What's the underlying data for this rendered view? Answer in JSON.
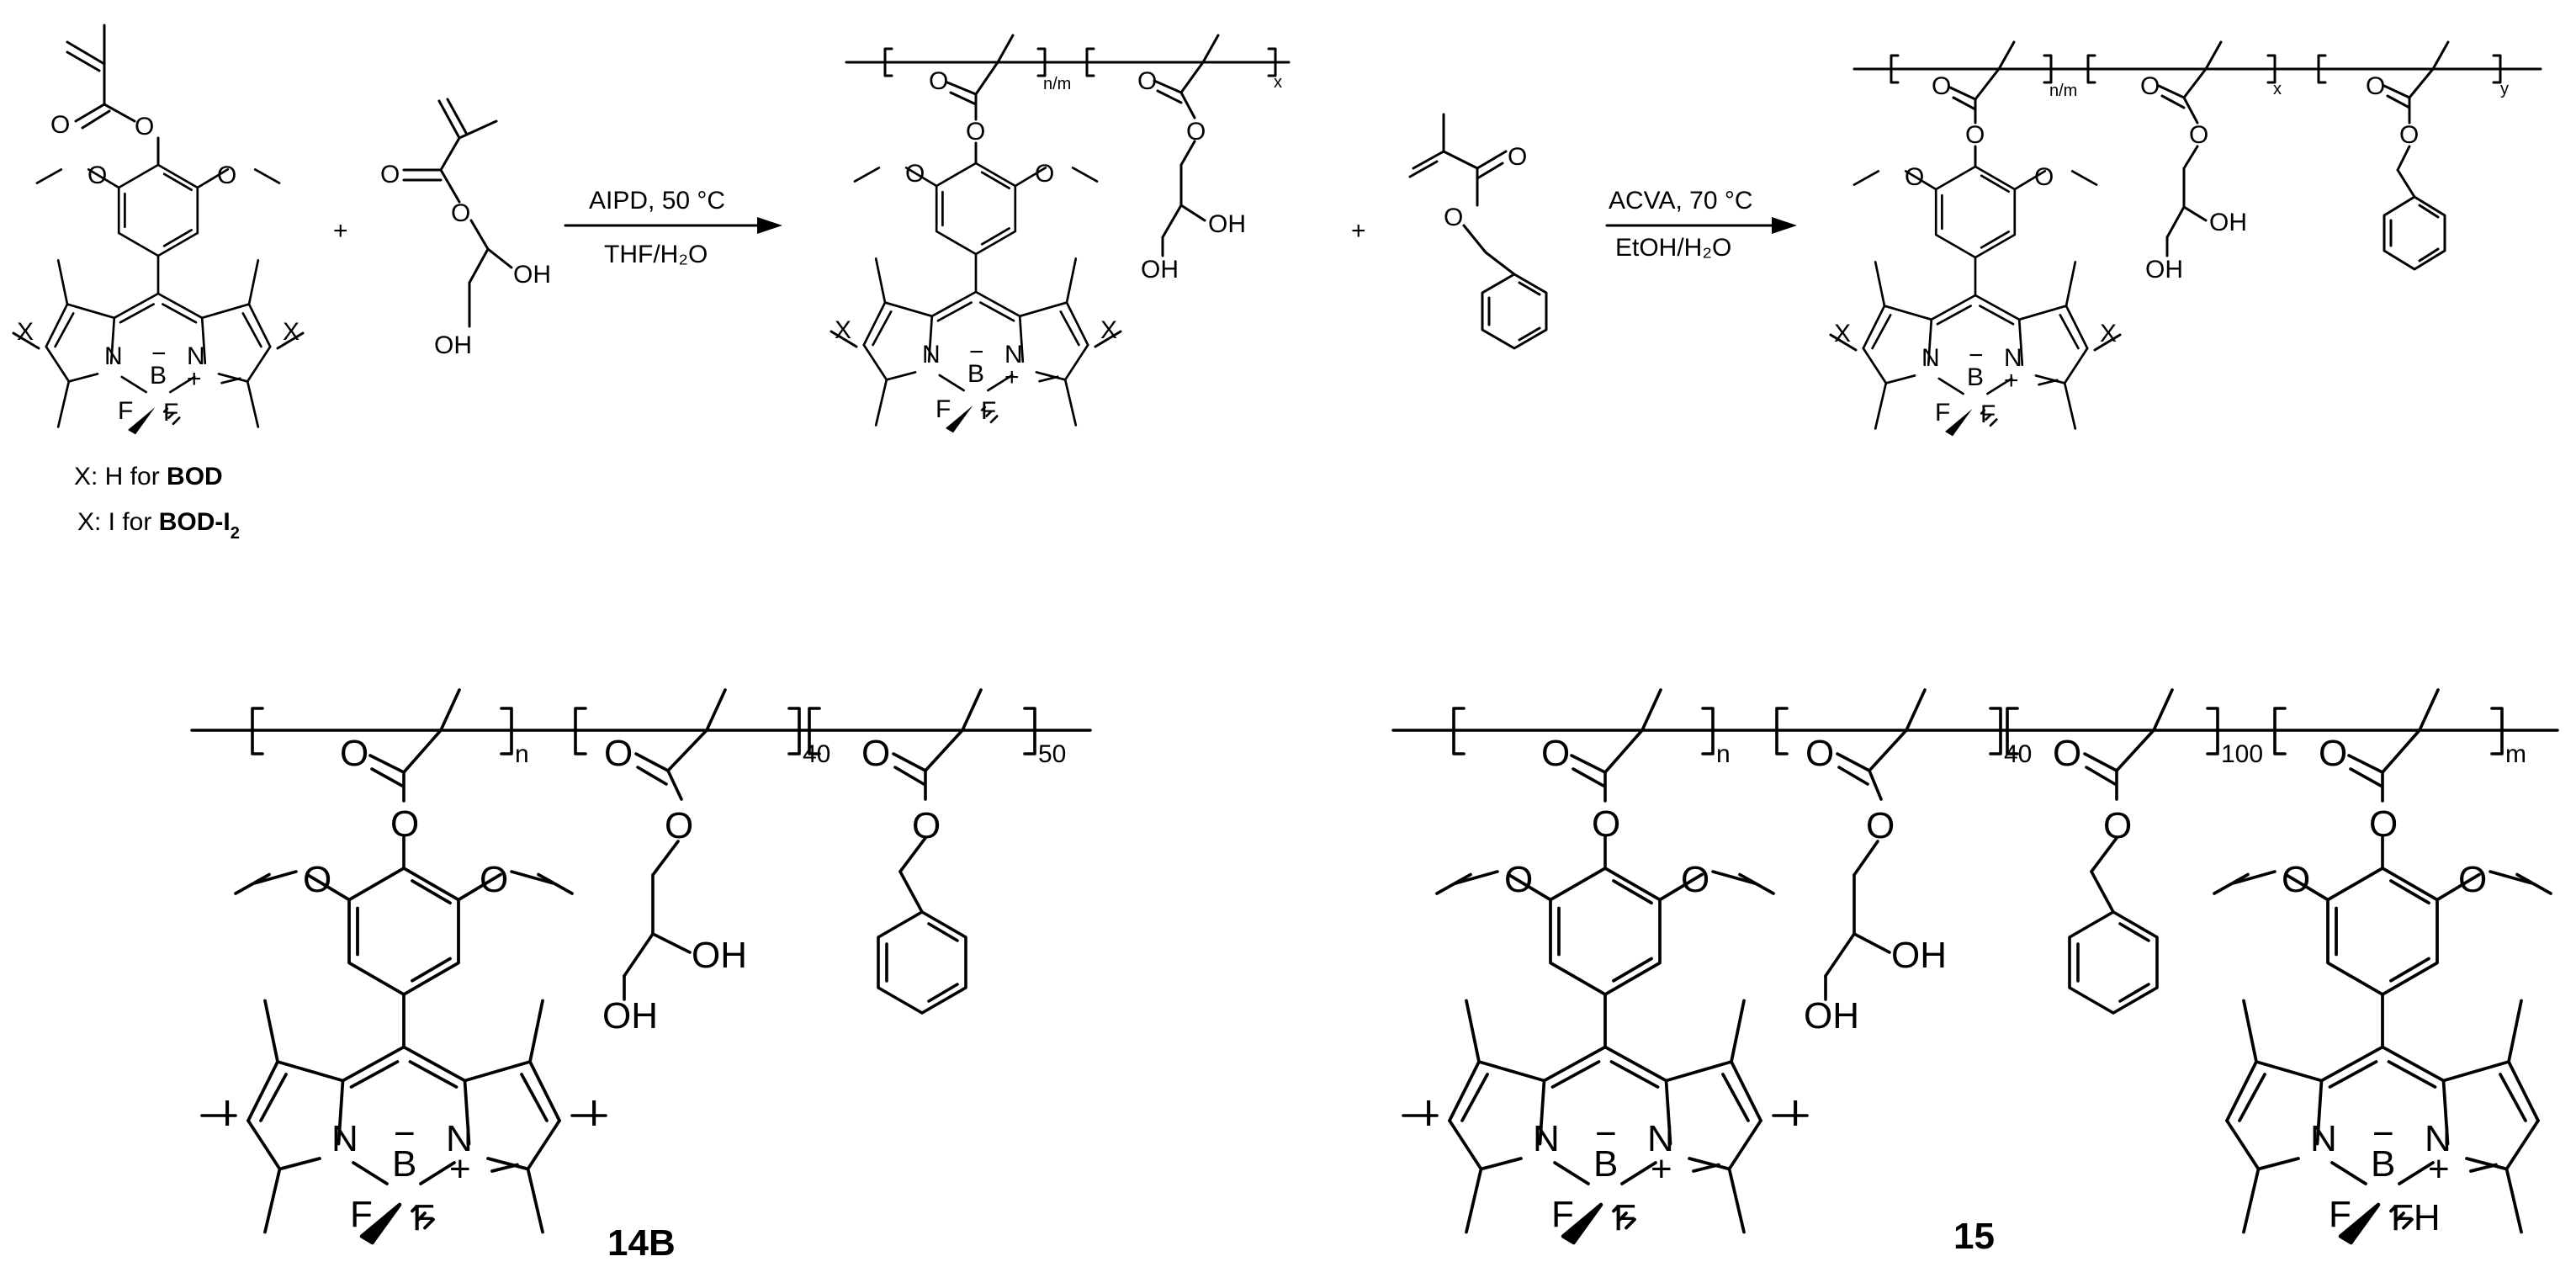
{
  "reaction": {
    "plus_1": "+",
    "plus_2": "+",
    "step1_top": "AIPD, 50 °C",
    "step1_bottom": "THF/H₂O",
    "step2_top": "ACVA, 70 °C",
    "step2_bottom": "EtOH/H₂O"
  },
  "legend": {
    "line1_prefix": "X: H for ",
    "line1_bold": "BOD",
    "line2_prefix": "X: I for ",
    "line2_bold": "BOD-I",
    "line2_sub": "2"
  },
  "atoms": {
    "O": "O",
    "OH": "OH",
    "N": "N",
    "B": "B",
    "F": "F",
    "FH": "FH",
    "I": "I",
    "X": "X",
    "minus": "−",
    "plus": "+"
  },
  "subscripts": {
    "nm": "n/m",
    "x": "x",
    "y": "y",
    "n": "n",
    "m": "m",
    "forty": "40",
    "fifty": "50",
    "hundred": "100"
  },
  "compounds": {
    "c14": "14B",
    "c15": "15"
  }
}
